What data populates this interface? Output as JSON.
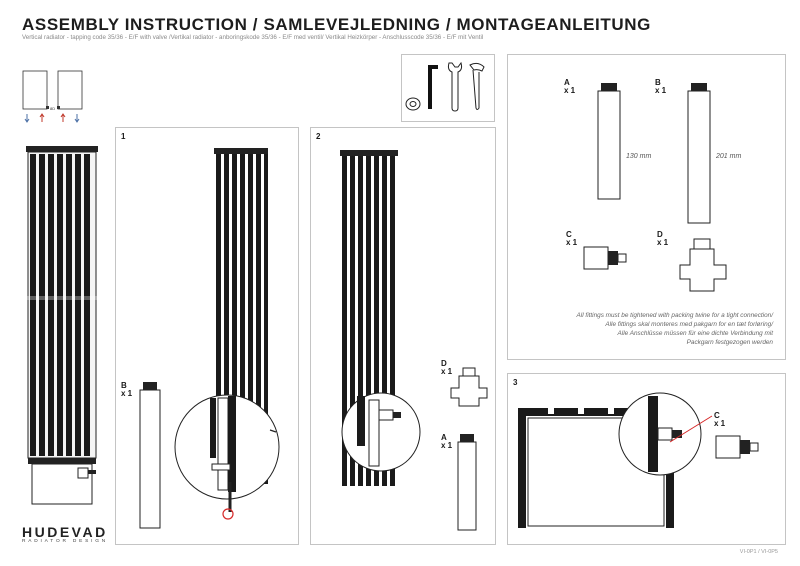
{
  "header": {
    "title": "ASSEMBLY INSTRUCTION / SAMLEVEJLEDNING / MONTAGEANLEITUNG",
    "subtitle": "Vertical radiator - tapping code 35/36 - E/F with valve /Vertikal radiator - anboringskode 35/36 - E/F med ventil/ Vertikal Heizkörper - Anschlusscode 35/36 - E/F mit Ventil"
  },
  "steps": {
    "step1": "1",
    "step2": "2",
    "step3": "3"
  },
  "parts": {
    "a_letter": "A",
    "a_qty": "x 1",
    "b_letter": "B",
    "b_qty": "x 1",
    "c_letter": "C",
    "c_qty": "x 1",
    "d_letter": "D",
    "d_qty": "x 1",
    "a_length": "130 mm",
    "b_length": "201 mm"
  },
  "note": {
    "line1": "All fittings must be tightened with packing twine for a tight connection/",
    "line2": "Alle fittings skal monteres med pakgarn for en tæt forløring/",
    "line3": "Alle Anschlüsse müssen für eine dichte Verbindung mit",
    "line4": "Packgarn festgezogen werden"
  },
  "brand": {
    "name": "HUDEVAD",
    "tagline": "RADIATOR DESIGN"
  },
  "footer": {
    "code": "VI-0P1 / VI-0P5"
  },
  "tools": [
    "packing-twine-icon",
    "hex-key-icon",
    "wrench-icon",
    "pipe-wrench-icon"
  ],
  "colors": {
    "arrow_blue": "#4a6fa5",
    "arrow_red": "#c0392b",
    "highlight_red": "#d62828"
  }
}
